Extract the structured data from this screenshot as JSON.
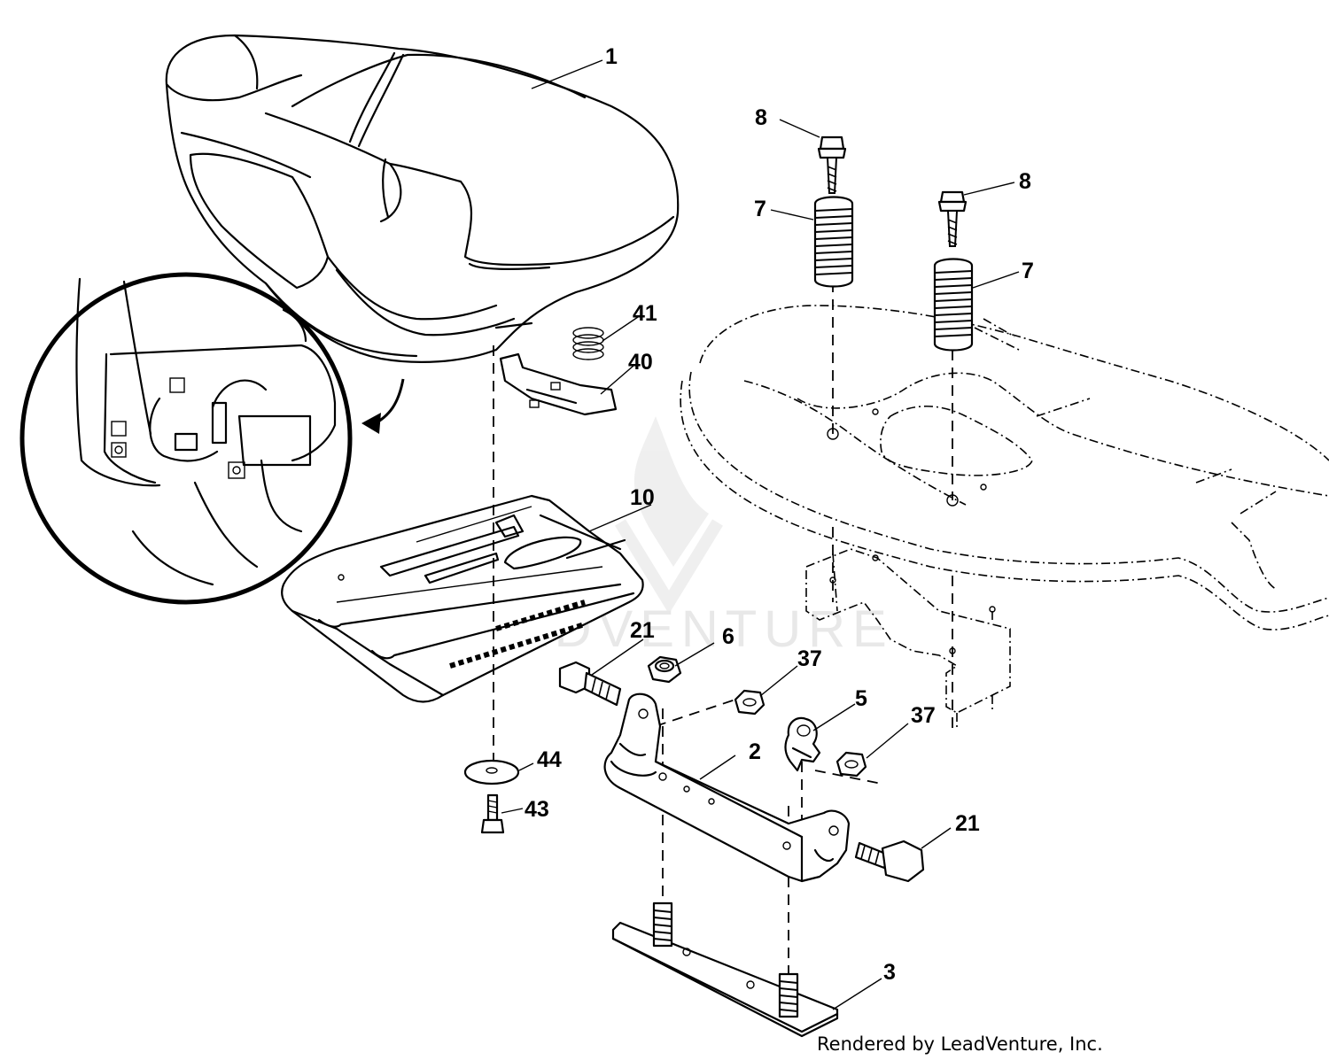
{
  "diagram": {
    "callouts": {
      "seat": "1",
      "seat_bracket": "2",
      "bottom_plate": "3",
      "clip": "5",
      "nut_6": "6",
      "spring_7a": "7",
      "spring_7b": "7",
      "bolt_8a": "8",
      "bolt_8b": "8",
      "seat_pan": "10",
      "bolt_21a": "21",
      "bolt_21b": "21",
      "nut_37a": "37",
      "nut_37b": "37",
      "latch_40": "40",
      "spring_41": "41",
      "screw_43": "43",
      "washer_44": "44"
    },
    "watermark": "LEADVENTURE",
    "credit": "Rendered by LeadVenture, Inc."
  }
}
